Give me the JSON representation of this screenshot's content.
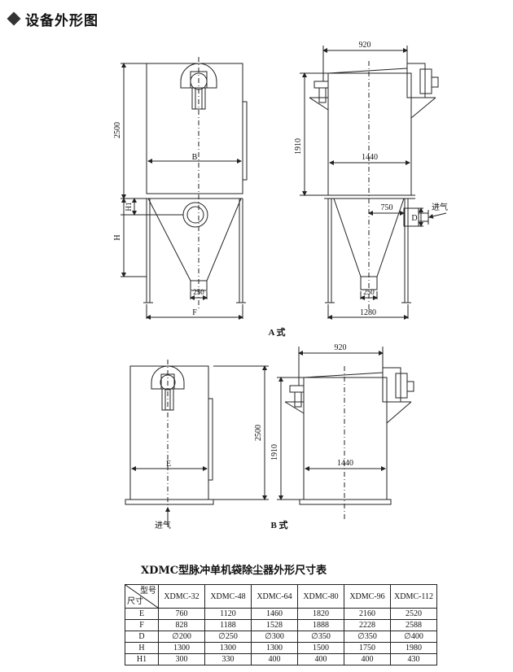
{
  "header": {
    "title": "设备外形图"
  },
  "drawing_a": {
    "label": "A 式",
    "dims": {
      "top_width": "920",
      "height_left": "2500",
      "height_right": "1910",
      "body_width": "1440",
      "b_label": "B",
      "h1_label": "H1",
      "h_label": "H",
      "outlet_left": "250",
      "outlet_right": "250",
      "f_label": "F",
      "base_width": "1280",
      "inlet_offset": "750",
      "d_label": "D",
      "inlet_text": "进气"
    }
  },
  "drawing_b": {
    "label": "B 式",
    "dims": {
      "top_width": "920",
      "height_left": "2500",
      "height_right": "1910",
      "body_width": "1440",
      "e_label": "E",
      "inlet_text": "进气"
    }
  },
  "table": {
    "title": "XDMC型脉冲单机袋除尘器外形尺寸表",
    "corner_top": "型号",
    "corner_bottom": "尺寸",
    "columns": [
      "XDMC-32",
      "XDMC-48",
      "XDMC-64",
      "XDMC-80",
      "XDMC-96",
      "XDMC-112"
    ],
    "rows": [
      {
        "label": "E",
        "values": [
          "760",
          "1120",
          "1460",
          "1820",
          "2160",
          "2520"
        ]
      },
      {
        "label": "F",
        "values": [
          "828",
          "1188",
          "1528",
          "1888",
          "2228",
          "2588"
        ]
      },
      {
        "label": "D",
        "values": [
          "∅200",
          "∅250",
          "∅300",
          "∅350",
          "∅350",
          "∅400"
        ]
      },
      {
        "label": "H",
        "values": [
          "1300",
          "1300",
          "1300",
          "1500",
          "1750",
          "1980"
        ]
      },
      {
        "label": "H1",
        "values": [
          "300",
          "330",
          "400",
          "400",
          "400",
          "430"
        ]
      }
    ]
  }
}
